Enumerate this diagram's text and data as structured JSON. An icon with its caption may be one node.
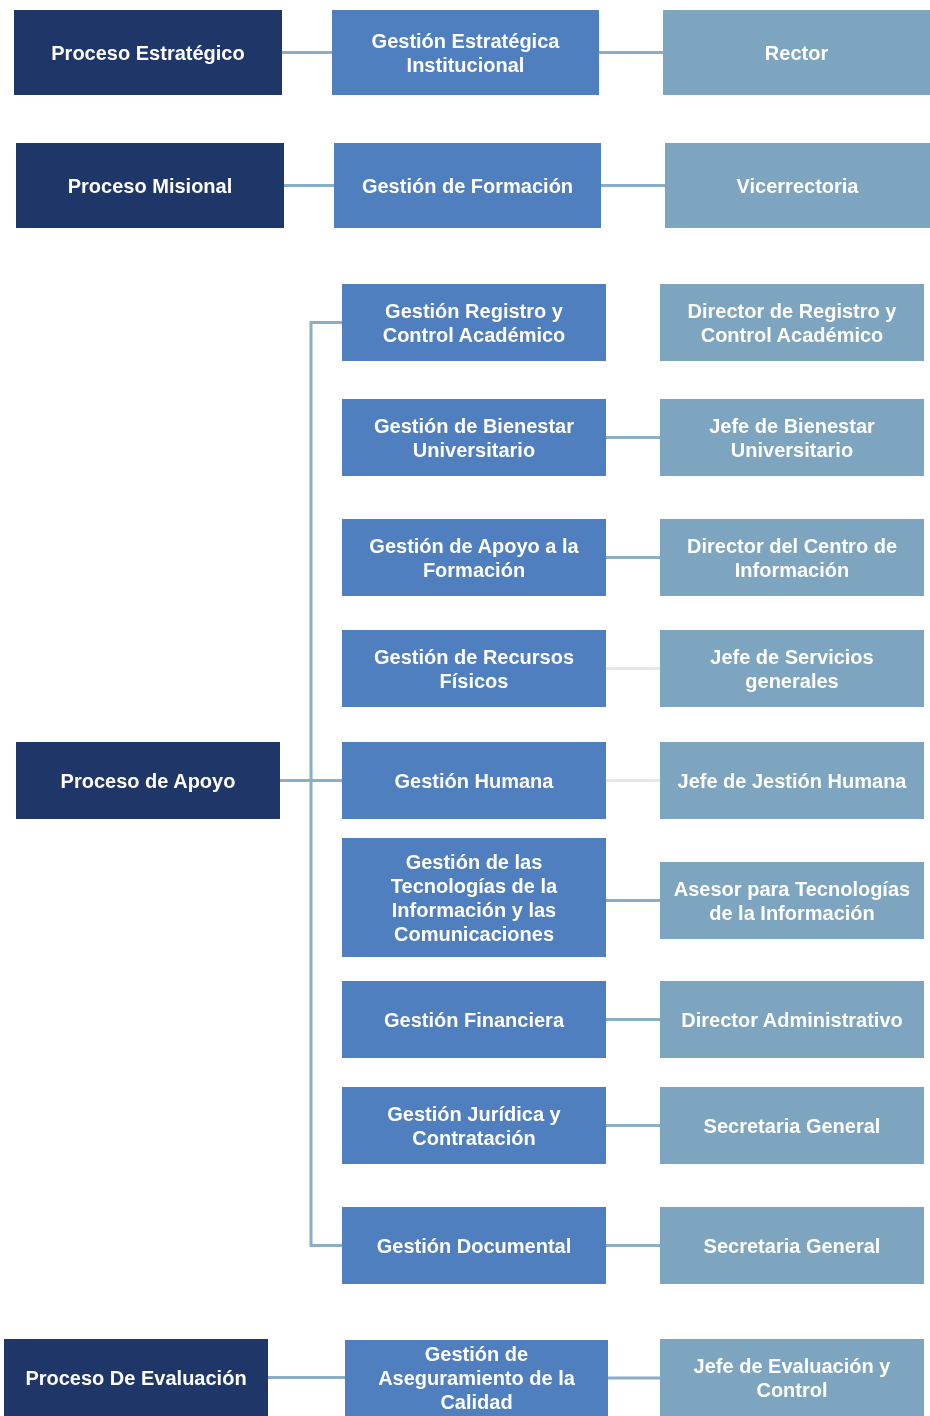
{
  "diagram": {
    "nodes": [
      {
        "text": [
          "Proceso Estratégico"
        ]
      },
      {
        "text": [
          "Gestión Estratégica Institucional"
        ]
      },
      {
        "text": [
          "Rector"
        ]
      },
      {
        "text": [
          "Proceso Misional"
        ]
      },
      {
        "text": [
          "Gestión de Formación"
        ]
      },
      {
        "text": [
          "Vicerrectoria"
        ]
      },
      {
        "text": [
          "Proceso de Apoyo"
        ]
      },
      {
        "text": [
          "Gestión Registro y Control Académico"
        ]
      },
      {
        "text": [
          "Director de Registro y Control Académico"
        ]
      },
      {
        "text": [
          "Gestión de Bienestar Universitario"
        ]
      },
      {
        "text": [
          "Jefe de Bienestar Universitario"
        ]
      },
      {
        "text": [
          "Gestión de Apoyo a la Formación"
        ]
      },
      {
        "text": [
          "Director del Centro de Información"
        ]
      },
      {
        "text": [
          "Gestión de Recursos Físicos"
        ]
      },
      {
        "text": [
          "Jefe de Servicios generales"
        ]
      },
      {
        "text": [
          "Gestión Humana"
        ]
      },
      {
        "text": [
          "Jefe de Jestión Humana"
        ]
      },
      {
        "text": [
          "Gestión de las Tecnologías de la Información y las Comunicaciones"
        ]
      },
      {
        "text": [
          "Asesor para Tecnologías de la Información"
        ]
      },
      {
        "text": [
          "Gestión Financiera"
        ]
      },
      {
        "text": [
          "Director Administrativo"
        ]
      },
      {
        "text": [
          "Gestión Jurídica y Contratación"
        ]
      },
      {
        "text": [
          "Secretaria General"
        ]
      },
      {
        "text": [
          "Gestión Documental"
        ]
      },
      {
        "text": [
          "Secretaria General"
        ]
      },
      {
        "text": [
          "Proceso De Evaluación"
        ]
      },
      {
        "text": [
          "Gestión de Aseguramiento de la Calidad"
        ]
      },
      {
        "text": [
          "Jefe de Evaluación y Control"
        ]
      }
    ],
    "edges": [
      {
        "from": 0,
        "to": 1,
        "arrow": "none"
      },
      {
        "from": 1,
        "to": 2,
        "arrow": "none"
      },
      {
        "from": 3,
        "to": 4,
        "arrow": "none"
      },
      {
        "from": 4,
        "to": 5,
        "arrow": "none"
      },
      {
        "from": 6,
        "to": 7,
        "arrow": "none"
      },
      {
        "from": 6,
        "to": 15,
        "arrow": "none"
      },
      {
        "from": 6,
        "to": 23,
        "arrow": "none"
      },
      {
        "from": 9,
        "to": 10,
        "arrow": "none"
      },
      {
        "from": 11,
        "to": 12,
        "arrow": "none"
      },
      {
        "from": 13,
        "to": 14,
        "arrow": "none",
        "color": "#e4e8ec"
      },
      {
        "from": 15,
        "to": 16,
        "arrow": "none",
        "color": "#e4e8ec"
      },
      {
        "from": 17,
        "to": 18,
        "arrow": "none"
      },
      {
        "from": 19,
        "to": 20,
        "arrow": "none"
      },
      {
        "from": 21,
        "to": 22,
        "arrow": "none"
      },
      {
        "from": 23,
        "to": 24,
        "arrow": "none"
      },
      {
        "from": 25,
        "to": 26,
        "arrow": "none"
      },
      {
        "from": 26,
        "to": 27,
        "arrow": "none"
      }
    ]
  }
}
